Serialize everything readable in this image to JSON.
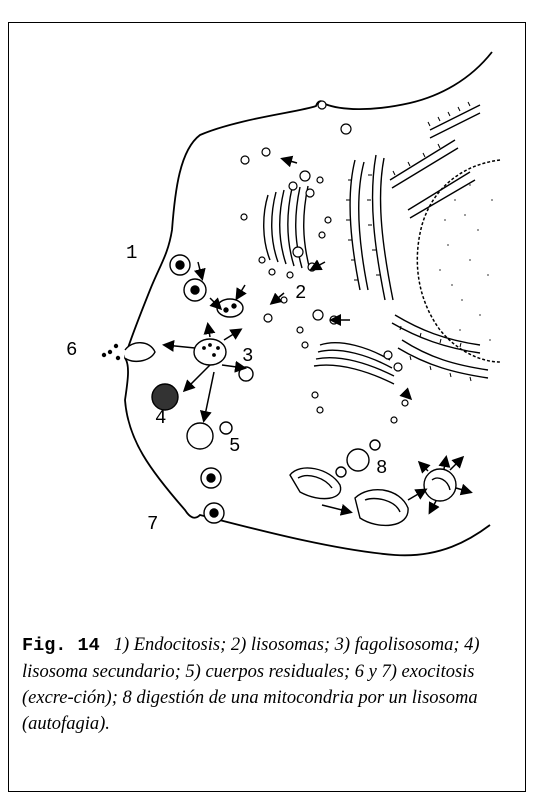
{
  "labels": {
    "l1": "1",
    "l2": "2",
    "l3": "3",
    "l4": "4",
    "l5": "5",
    "l6": "6",
    "l7": "7",
    "l8": "8"
  },
  "caption": {
    "fig": "Fig. 14",
    "text": "1) Endocitosis; 2) lisosomas; 3) fagolisosoma; 4) lisosoma secundario; 5) cuerpos residuales; 6 y 7) exocitosis (excre-ción); 8 digestión de una mitocondria por un lisosoma (autofagia)."
  }
}
